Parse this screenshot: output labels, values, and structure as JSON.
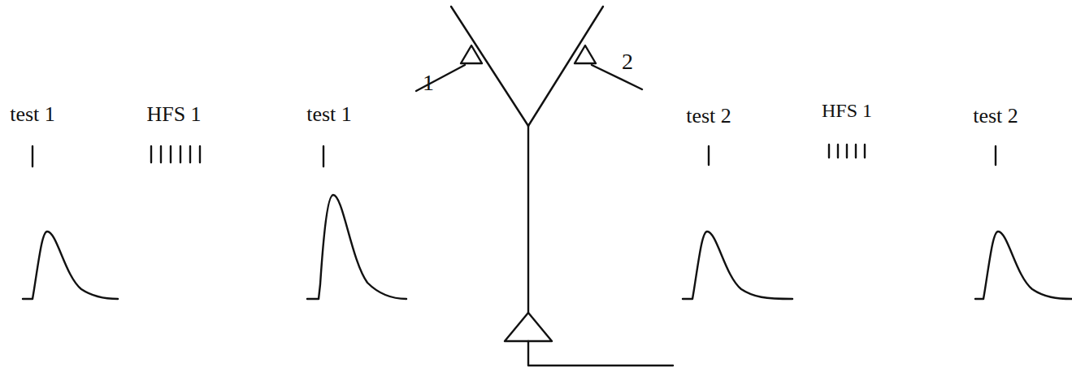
{
  "diagram": {
    "labels": [
      "test 1",
      "HFS 1",
      "test 1",
      "1",
      "2",
      "test 2",
      "HFS 1",
      "test 2"
    ]
  }
}
